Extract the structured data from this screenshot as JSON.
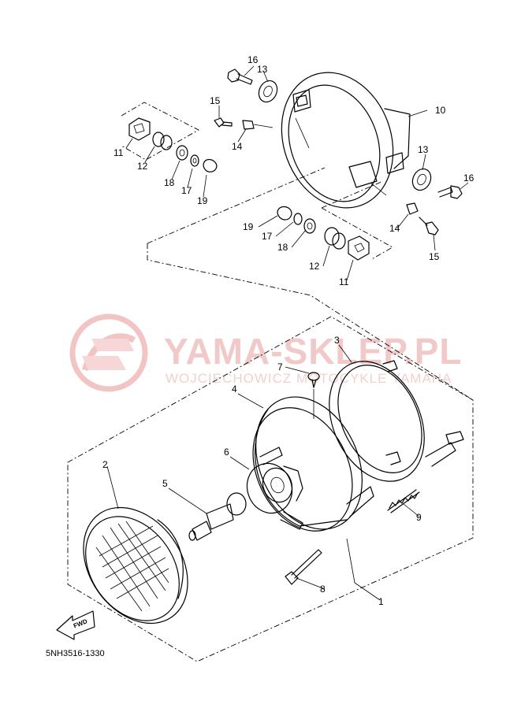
{
  "watermark": {
    "title": "YAMA-SKLEP.PL",
    "subtitle": "WOJCIECHOWICZ MOTOCYKLE YAMAHA",
    "logo_color": "#f0b8b8"
  },
  "diagram_code": "5NH3516-1330",
  "fwd_label": "FWD",
  "callouts": {
    "c1": "1",
    "c2": "2",
    "c3": "3",
    "c4": "4",
    "c5": "5",
    "c6": "6",
    "c7": "7",
    "c8": "8",
    "c9": "9",
    "c10": "10",
    "c11a": "11",
    "c12a": "12",
    "c13a": "13",
    "c14a": "14",
    "c15a": "15",
    "c16a": "16",
    "c17a": "17",
    "c18a": "18",
    "c19a": "19",
    "c11b": "11",
    "c12b": "12",
    "c13b": "13",
    "c14b": "14",
    "c15b": "15",
    "c16b": "16",
    "c17b": "17",
    "c18b": "18",
    "c19b": "19"
  }
}
